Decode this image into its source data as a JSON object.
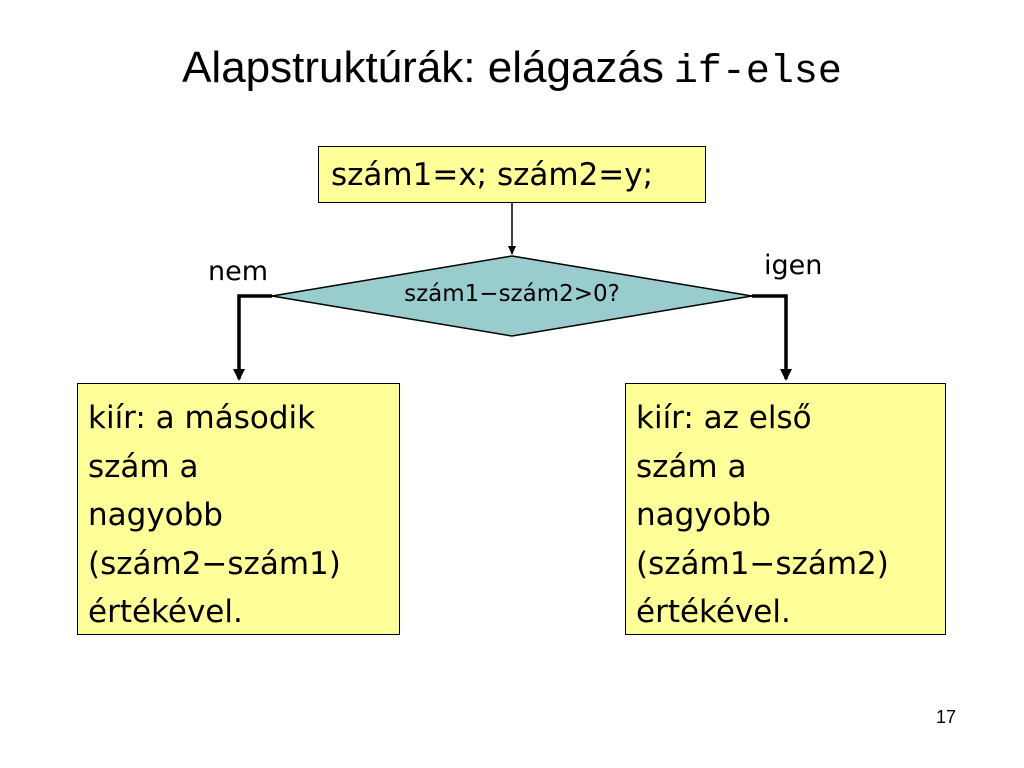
{
  "title": {
    "text": "Alapstruktúrák: elágazás",
    "code": "if-else"
  },
  "diagram": {
    "start": "szám1=x; szám2=y;",
    "condition": "szám1−szám2>0?",
    "branch_no_label": "nem",
    "branch_yes_label": "igen",
    "output_no": "kiír: a második\nszám a\nnagyobb\n(szám2−szám1)\nértékével.",
    "output_yes": "kiír: az első\nszám a\nnagyobb\n(szám1−szám2)\nértékével."
  },
  "colors": {
    "box_fill": "#ffff99",
    "decision_fill": "#99cccc",
    "line": "#000000"
  },
  "page_number": "17"
}
